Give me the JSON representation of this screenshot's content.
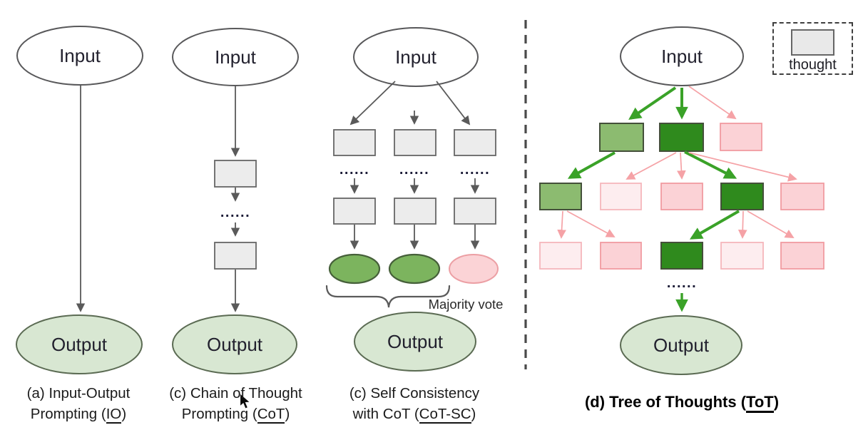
{
  "colors": {
    "white": "#ffffff",
    "box_gray": "#ececec",
    "box_gray_border": "#666666",
    "ellipse_border": "#58585a",
    "output_green": "#d8e7d2",
    "output_green_border": "#5b6b53",
    "result_green": "#7cb45e",
    "result_green_border": "#46603a",
    "result_pink": "#fbd3d6",
    "result_pink_border": "#ec9fa4",
    "tree_mid_green": "#8cbb70",
    "tree_dark_green": "#2f8a1d",
    "tree_green_border": "#44503a",
    "tree_pink": "#fbd2d6",
    "tree_pink_border": "#f19ba0",
    "tree_light_pink": "#fdedef",
    "tree_light_pink_border": "#f5b6bb",
    "arrow_gray": "#5a5a5a",
    "arrow_green": "#3aa228",
    "arrow_pink": "#f5a2a6",
    "divider": "#4a4a4a",
    "dots": "#1d1d38",
    "text": "#1f1f24"
  },
  "panels": {
    "io": {
      "input": "Input",
      "output": "Output",
      "caption_line1": "(a) Input-Output",
      "caption2_pre": "Prompting (",
      "caption2_underlined": "IO",
      "caption2_post": ")"
    },
    "cot": {
      "input": "Input",
      "output": "Output",
      "dots": "......",
      "caption_line1": "(c) Chain of Thought",
      "caption2_pre": "Prompting (",
      "caption2_underlined": "CoT",
      "caption2_post": ")"
    },
    "cotsc": {
      "input": "Input",
      "output": "Output",
      "dots_left": "......",
      "dots_mid": "......",
      "dots_right": "......",
      "majority_vote": "Majority vote",
      "caption_line1": "(c) Self Consistency",
      "caption2_pre": "with CoT (",
      "caption2_underlined": "CoT-SC",
      "caption2_post": ")"
    },
    "tot": {
      "input": "Input",
      "output": "Output",
      "dots": "......",
      "legend_label": "thought",
      "caption_pre": "(d) Tree of Thoughts (",
      "caption_underlined": "ToT",
      "caption_post": ")"
    }
  },
  "tot_tree": {
    "level1_states": [
      "mid-green",
      "dark-green",
      "pink"
    ],
    "level2_states": [
      "mid-green",
      "light-pink",
      "pink",
      "dark-green",
      "pink"
    ],
    "level3_states": [
      "light-pink",
      "pink",
      "dark-green",
      "light-pink",
      "pink"
    ]
  }
}
